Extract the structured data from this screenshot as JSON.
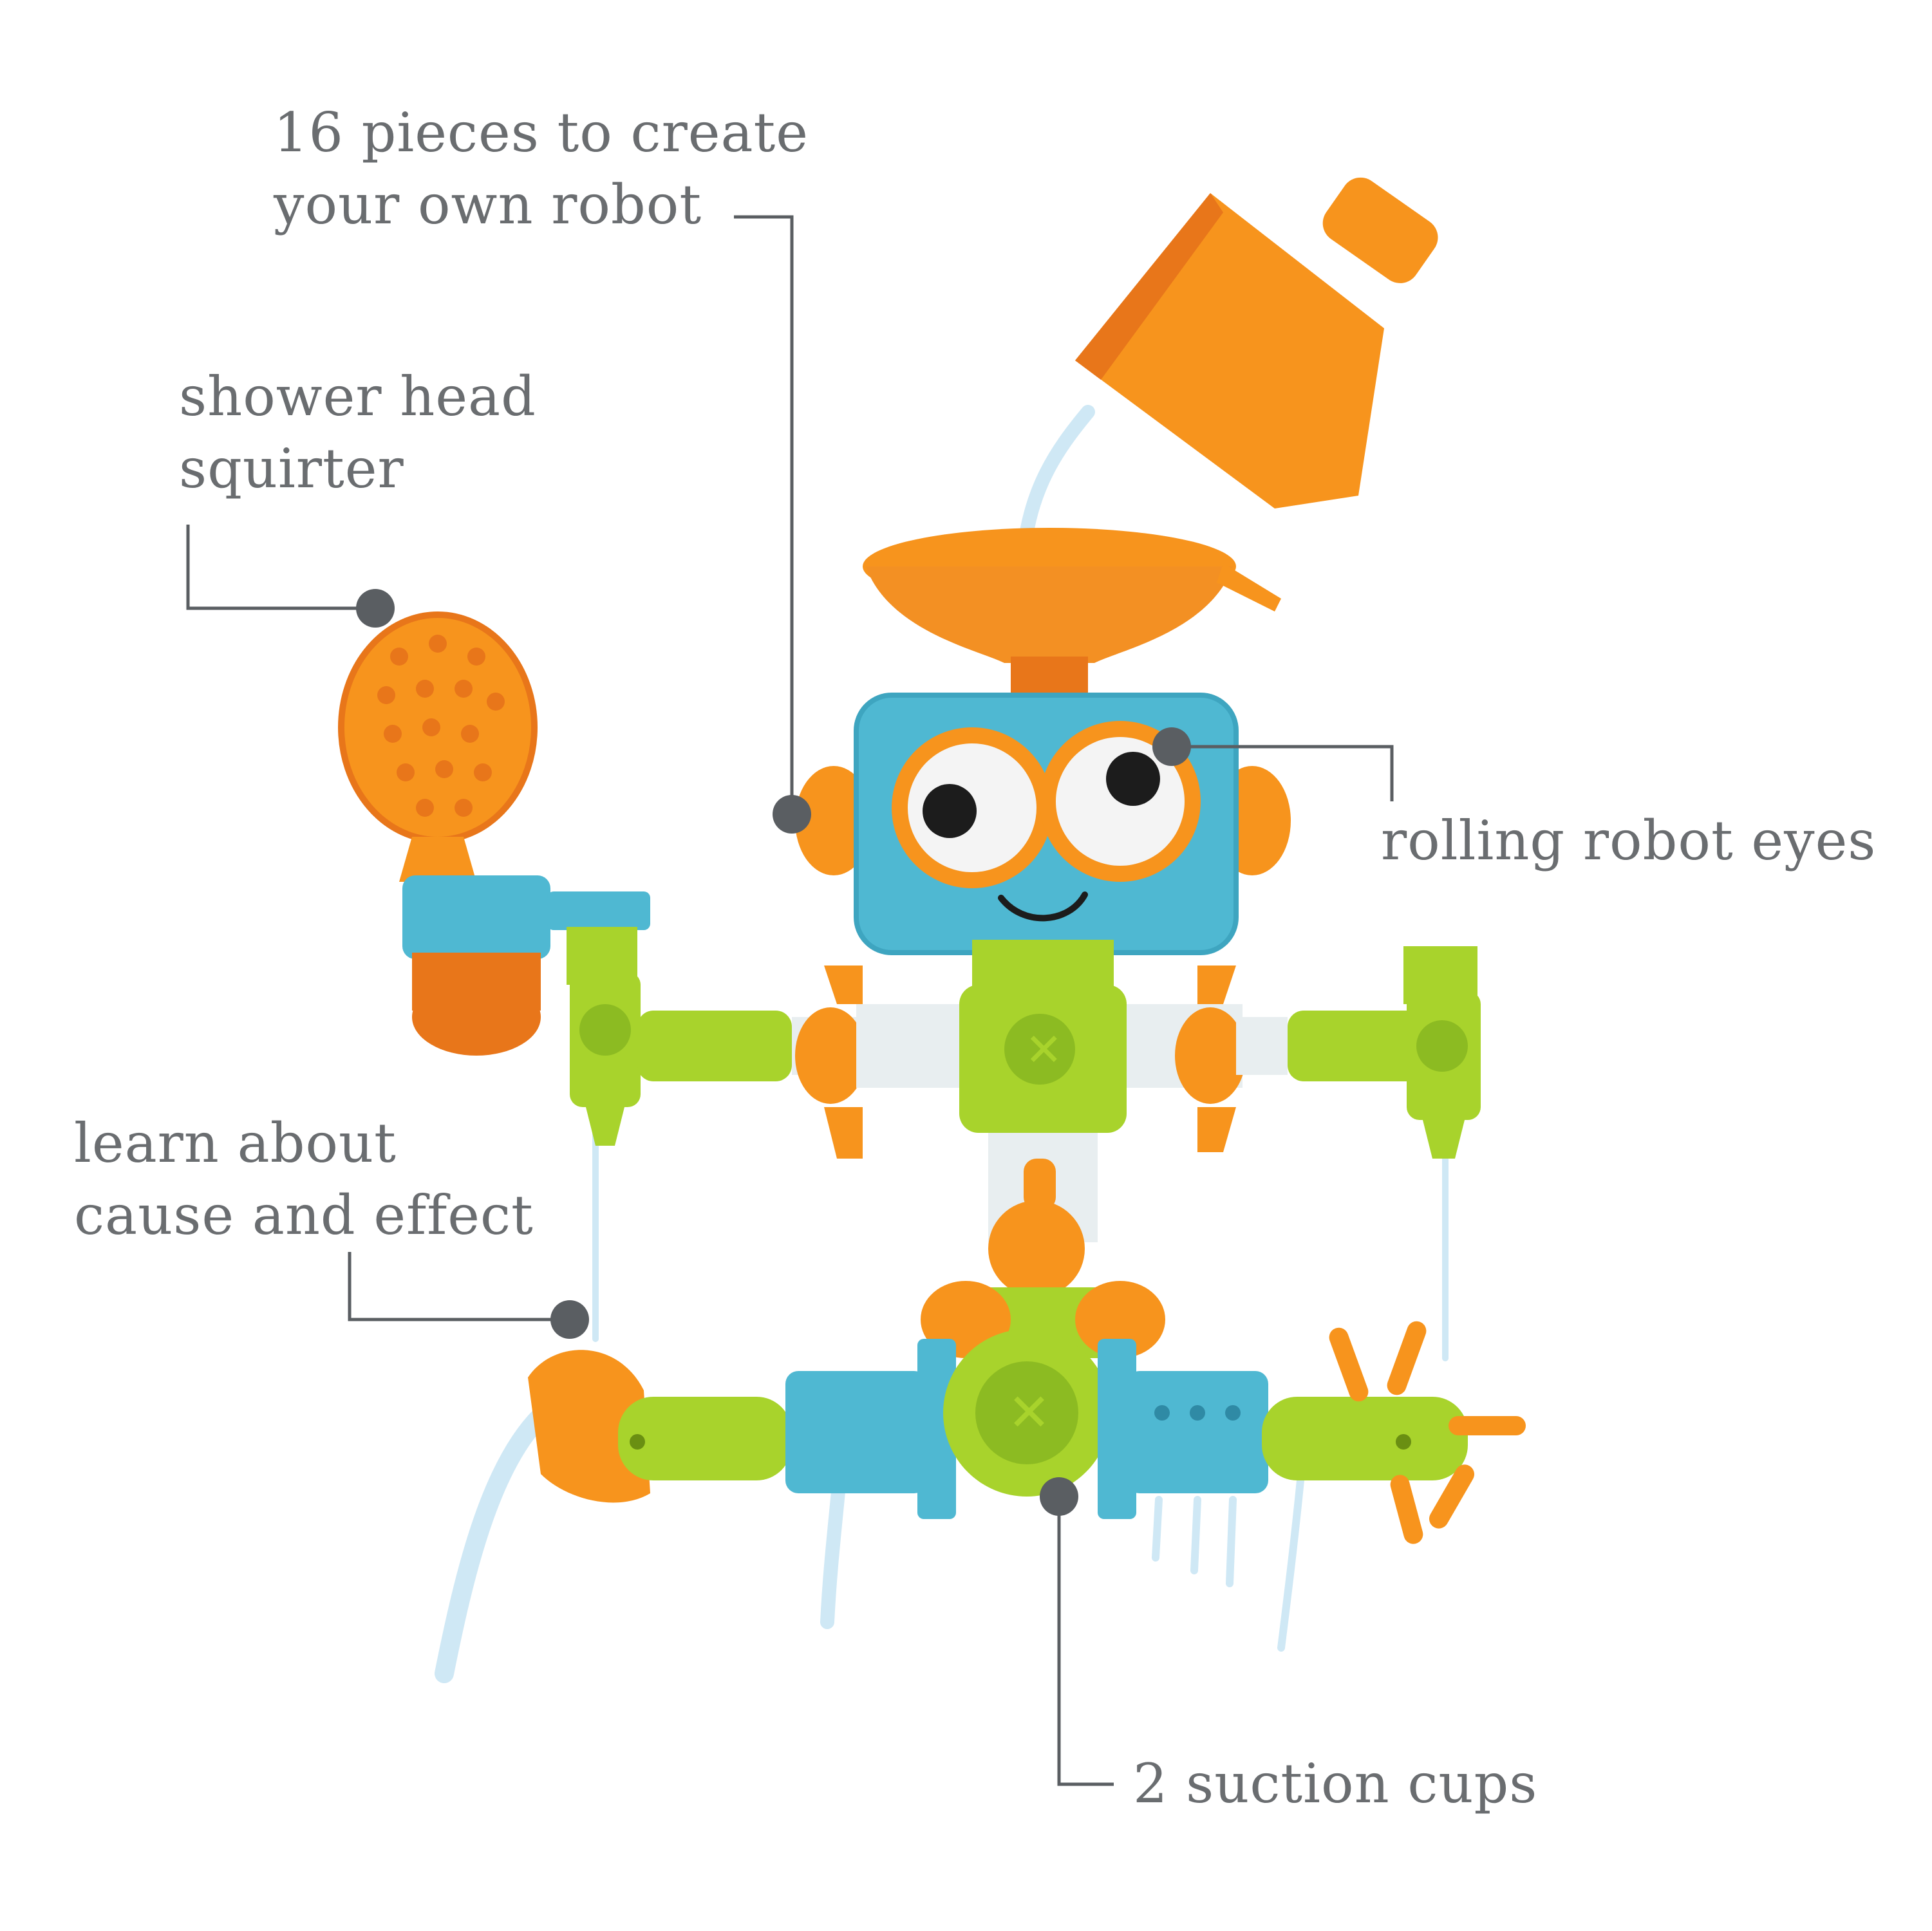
{
  "callouts": {
    "pieces": {
      "line1": "16 pieces to create",
      "line2": "your own robot"
    },
    "shower": {
      "line1": "shower head",
      "line2": "squirter"
    },
    "eyes": {
      "line1": "rolling robot eyes"
    },
    "cause": {
      "line1": "learn about",
      "line2": "cause and effect"
    },
    "suction": {
      "line1": "2 suction cups"
    }
  },
  "colors": {
    "orange": "#f7941d",
    "orange_dark": "#e8761a",
    "teal": "#4fb8d2",
    "lime": "#a8d32c",
    "lime_dark": "#8cbb22",
    "white_pipe": "#e8eef0",
    "leader": "#5a5e62",
    "water": "#cfe8f5"
  }
}
